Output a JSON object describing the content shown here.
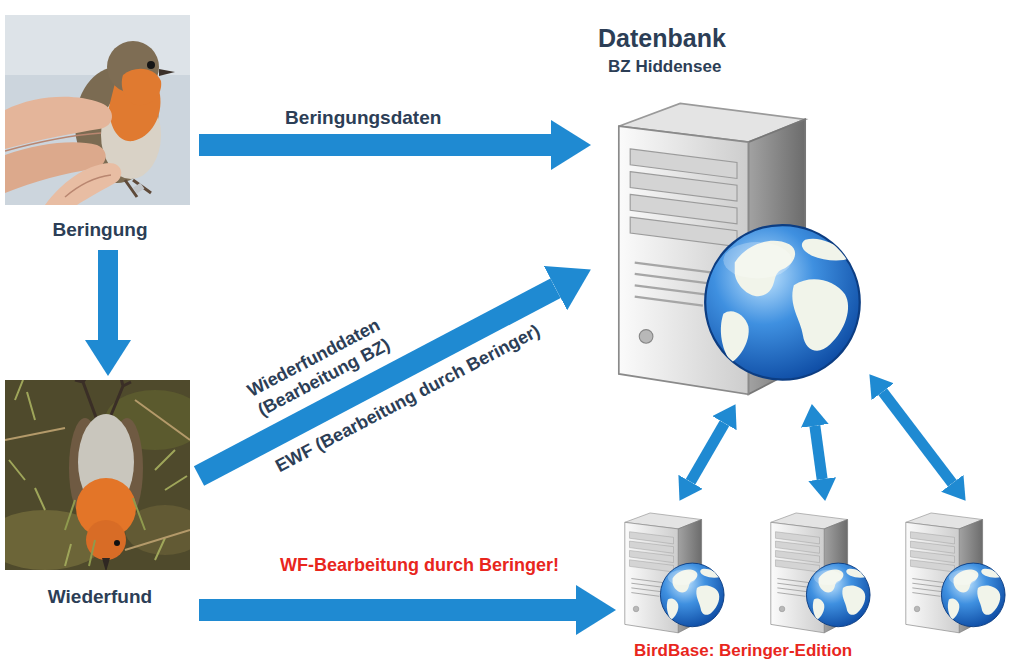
{
  "diagram": {
    "nodes": [
      {
        "text": [
          "Beringung"
        ]
      },
      {
        "text": [
          "Datenbank",
          "BZ Hiddensee"
        ]
      },
      {
        "text": [
          "Wiederfund"
        ]
      },
      {
        "text": [
          "BirdBase: Beringer-Edition"
        ]
      }
    ],
    "edges": [
      {
        "from": 0,
        "to": 1,
        "label": "Beringungsdaten",
        "arrow": "to"
      },
      {
        "from": 0,
        "to": 2,
        "arrow": "to"
      },
      {
        "from": 2,
        "to": 1,
        "label": "Wiederfunddaten (Bearbeitung BZ)",
        "arrow": "to"
      },
      {
        "from": 2,
        "to": 3,
        "label": "WF-Bearbeitung durch Beringer!",
        "arrow": "to"
      },
      {
        "from": 3,
        "to": 1,
        "arrow": "both"
      },
      {
        "from": 3,
        "to": 1,
        "arrow": "both"
      },
      {
        "from": 3,
        "to": 1,
        "arrow": "both"
      }
    ],
    "labels": [
      "EWF (Bearbeitung durch Beringer)"
    ]
  }
}
